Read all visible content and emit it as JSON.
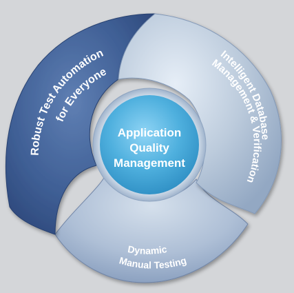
{
  "center": {
    "lines": [
      "Application",
      "Quality",
      "Management"
    ]
  },
  "segments": [
    {
      "id": "robust",
      "lines": [
        "Robust Test Automation",
        "for Everyone"
      ]
    },
    {
      "id": "database",
      "lines": [
        "Intelligent Database",
        "Management & Verification"
      ]
    },
    {
      "id": "manual",
      "lines": [
        "Dynamic",
        "Manual Testing"
      ]
    }
  ],
  "colors": {
    "background": "#d4d6d9",
    "robust_segment": "#3f5f95",
    "database_segment": "#b9c9dc",
    "manual_segment": "#aebfd6",
    "center_circle": "#59b4e0",
    "text": "#ffffff"
  }
}
